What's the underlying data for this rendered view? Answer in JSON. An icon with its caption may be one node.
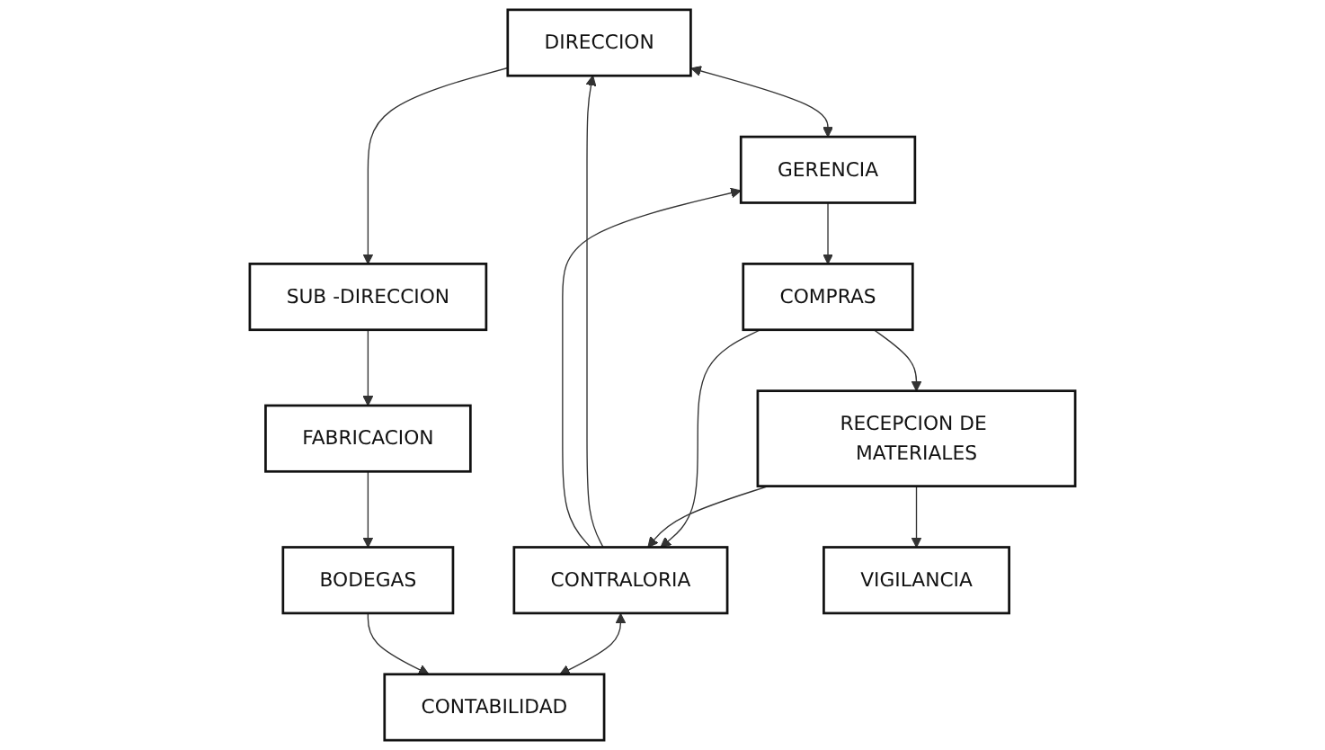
{
  "diagram": {
    "nodes": [
      {
        "text": [
          "DIRECCION"
        ]
      },
      {
        "text": [
          "GERENCIA"
        ]
      },
      {
        "text": [
          "SUB -DIRECCION"
        ]
      },
      {
        "text": [
          "COMPRAS"
        ]
      },
      {
        "text": [
          "FABRICACION"
        ]
      },
      {
        "text": [
          "CONTRALORIA"
        ]
      },
      {
        "text": [
          "BODEGAS"
        ]
      },
      {
        "text": [
          "RECEPCION DE MATERIALES"
        ]
      },
      {
        "text": [
          "CONTABILIDAD"
        ]
      },
      {
        "text": [
          "VIGILANCIA"
        ]
      }
    ],
    "edges": [
      {
        "from": 0,
        "to": 1,
        "arrow": "both"
      },
      {
        "from": 0,
        "to": 2,
        "arrow": "to"
      },
      {
        "from": 5,
        "to": 0,
        "arrow": "to"
      },
      {
        "from": 5,
        "to": 1,
        "arrow": "to"
      },
      {
        "from": 1,
        "to": 3,
        "arrow": "to"
      },
      {
        "from": 2,
        "to": 4,
        "arrow": "to"
      },
      {
        "from": 3,
        "to": 5,
        "arrow": "to"
      },
      {
        "from": 3,
        "to": 7,
        "arrow": "to"
      },
      {
        "from": 4,
        "to": 6,
        "arrow": "to"
      },
      {
        "from": 7,
        "to": 5,
        "arrow": "to"
      },
      {
        "from": 5,
        "to": 8,
        "arrow": "both"
      },
      {
        "from": 6,
        "to": 8,
        "arrow": "to"
      },
      {
        "from": 7,
        "to": 9,
        "arrow": "to"
      }
    ]
  }
}
